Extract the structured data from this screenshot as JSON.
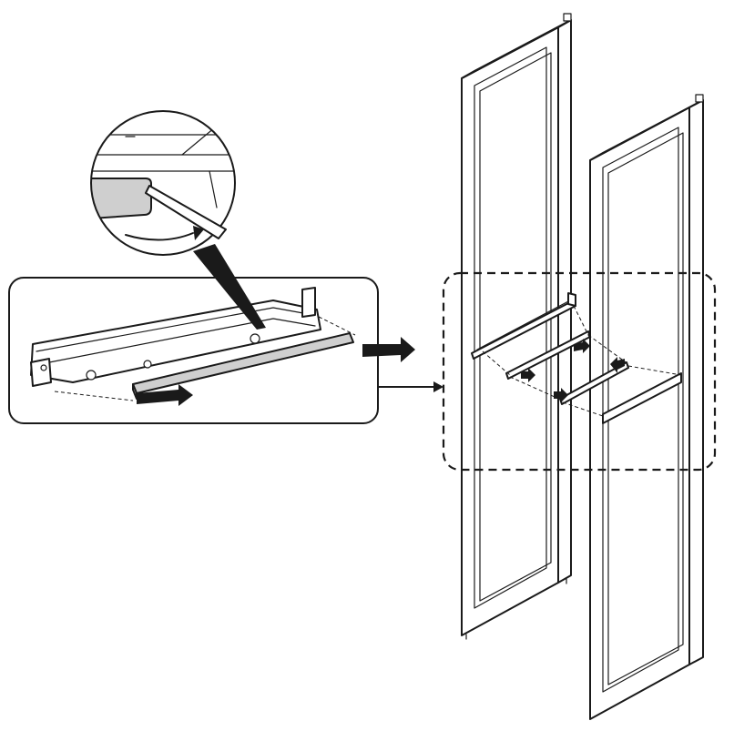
{
  "figure": {
    "kind": "assembly-instruction-illustration",
    "colors": {
      "line": "#1a1a1a",
      "background": "#ffffff",
      "panel": "#cfcfcf"
    },
    "parts": [
      "detail-zoom-circle",
      "rail-detail-callout",
      "left-door-frame",
      "right-door-frame",
      "dashed-focus-region"
    ],
    "icons": [
      "screwdriver-icon",
      "rotation-arrow-icon",
      "direction-arrow-icon"
    ]
  }
}
